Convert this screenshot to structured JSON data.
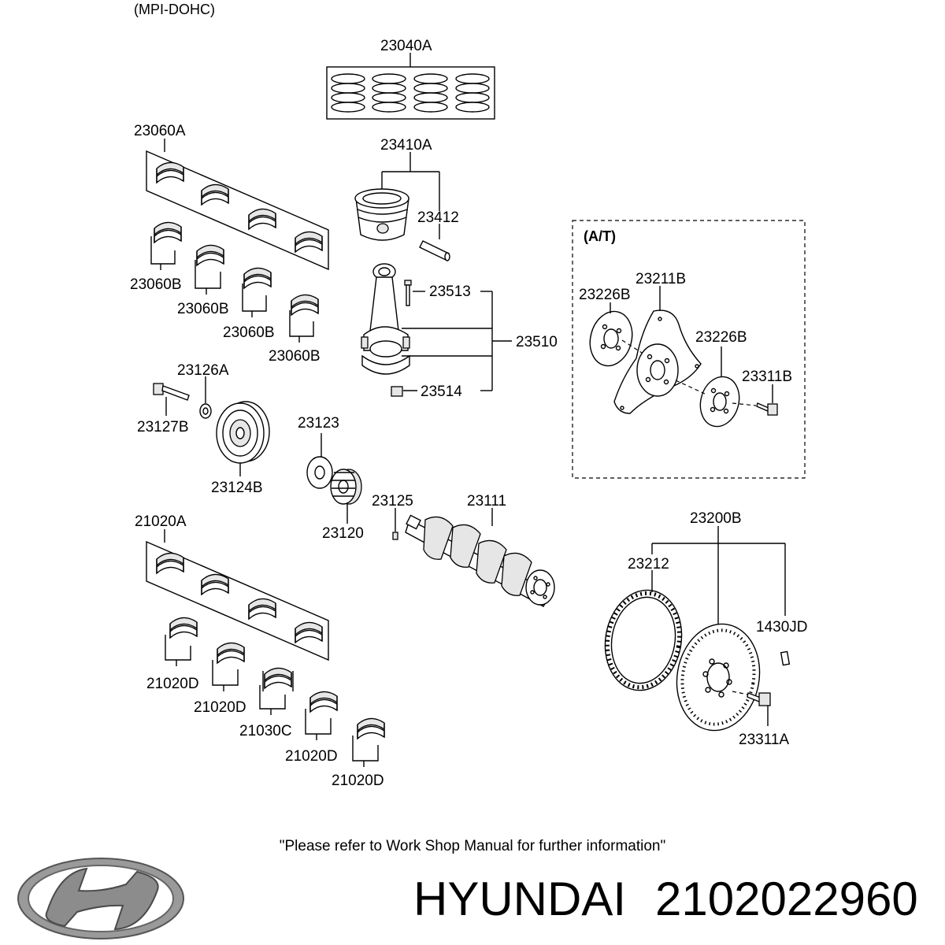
{
  "header": {
    "variant": "(MPI-DOHC)"
  },
  "at_section": {
    "label": "(A/T)"
  },
  "parts": [
    {
      "id": "p-23040A",
      "number": "23040A"
    },
    {
      "id": "p-23410A",
      "number": "23410A"
    },
    {
      "id": "p-23412",
      "number": "23412"
    },
    {
      "id": "p-23513",
      "number": "23513"
    },
    {
      "id": "p-23510",
      "number": "23510"
    },
    {
      "id": "p-23514",
      "number": "23514"
    },
    {
      "id": "p-23060A",
      "number": "23060A"
    },
    {
      "id": "p-23060B-1",
      "number": "23060B"
    },
    {
      "id": "p-23060B-2",
      "number": "23060B"
    },
    {
      "id": "p-23060B-3",
      "number": "23060B"
    },
    {
      "id": "p-23060B-4",
      "number": "23060B"
    },
    {
      "id": "p-23126A",
      "number": "23126A"
    },
    {
      "id": "p-23127B",
      "number": "23127B"
    },
    {
      "id": "p-23124B",
      "number": "23124B"
    },
    {
      "id": "p-23123",
      "number": "23123"
    },
    {
      "id": "p-23120",
      "number": "23120"
    },
    {
      "id": "p-23125",
      "number": "23125"
    },
    {
      "id": "p-23111",
      "number": "23111"
    },
    {
      "id": "p-21020A",
      "number": "21020A"
    },
    {
      "id": "p-21020D-1",
      "number": "21020D"
    },
    {
      "id": "p-21020D-2",
      "number": "21020D"
    },
    {
      "id": "p-21030C",
      "number": "21030C"
    },
    {
      "id": "p-21020D-3",
      "number": "21020D"
    },
    {
      "id": "p-21020D-4",
      "number": "21020D"
    },
    {
      "id": "p-23211B",
      "number": "23211B"
    },
    {
      "id": "p-23226B-1",
      "number": "23226B"
    },
    {
      "id": "p-23226B-2",
      "number": "23226B"
    },
    {
      "id": "p-23311B",
      "number": "23311B"
    },
    {
      "id": "p-23200B",
      "number": "23200B"
    },
    {
      "id": "p-23212",
      "number": "23212"
    },
    {
      "id": "p-1430JD",
      "number": "1430JD"
    },
    {
      "id": "p-23311A",
      "number": "23311A"
    }
  ],
  "footer": {
    "note": "\"Please refer to Work Shop Manual for further information\"",
    "brand": "HYUNDAI",
    "part_number": "2102022960"
  }
}
